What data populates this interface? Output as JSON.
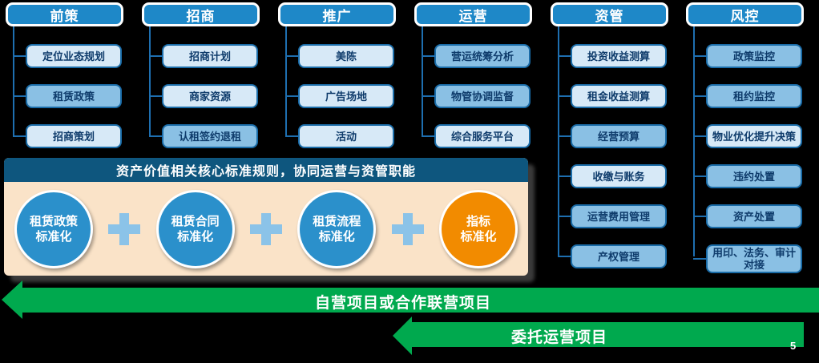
{
  "colors": {
    "header_blue": "#1E88C8",
    "box_light": "#D7E9F7",
    "box_medium": "#8AC0E4",
    "box_border": "#1A6CA8",
    "box_text": "#0E3B6B",
    "connector": "#1E6FB0",
    "banner_blue": "#0E567E",
    "panel_peach": "#FAE3C8",
    "circle_blue": "#2B90CB",
    "circle_orange": "#F28B00",
    "plus_blue": "#8BC3E8",
    "arrow_green": "#00A94E"
  },
  "columns": [
    {
      "title": "前策",
      "items": [
        {
          "label": "定位业态规划",
          "tone": "light"
        },
        {
          "label": "租赁政策",
          "tone": "medium"
        },
        {
          "label": "招商策划",
          "tone": "light"
        }
      ]
    },
    {
      "title": "招商",
      "items": [
        {
          "label": "招商计划",
          "tone": "light"
        },
        {
          "label": "商家资源",
          "tone": "light"
        },
        {
          "label": "认租签约退租",
          "tone": "medium"
        }
      ]
    },
    {
      "title": "推广",
      "items": [
        {
          "label": "美陈",
          "tone": "light"
        },
        {
          "label": "广告场地",
          "tone": "light"
        },
        {
          "label": "活动",
          "tone": "light"
        }
      ]
    },
    {
      "title": "运营",
      "items": [
        {
          "label": "营运统筹分析",
          "tone": "medium"
        },
        {
          "label": "物管协调监督",
          "tone": "medium"
        },
        {
          "label": "综合服务平台",
          "tone": "light"
        }
      ]
    },
    {
      "title": "资管",
      "items": [
        {
          "label": "投资收益测算",
          "tone": "light"
        },
        {
          "label": "租金收益测算",
          "tone": "light"
        },
        {
          "label": "经营预算",
          "tone": "medium"
        },
        {
          "label": "收缴与账务",
          "tone": "light"
        },
        {
          "label": "运营费用管理",
          "tone": "medium"
        },
        {
          "label": "产权管理",
          "tone": "medium"
        }
      ]
    },
    {
      "title": "风控",
      "items": [
        {
          "label": "政策监控",
          "tone": "medium"
        },
        {
          "label": "租约监控",
          "tone": "medium"
        },
        {
          "label": "物业优化提升决策",
          "tone": "light"
        },
        {
          "label": "违约处置",
          "tone": "medium"
        },
        {
          "label": "资产处置",
          "tone": "medium"
        },
        {
          "label": "用印、法务、审计对接",
          "tone": "medium"
        }
      ]
    }
  ],
  "panel": {
    "banner": "资产价值相关核心标准规则，协同运营与资管职能",
    "circles": [
      {
        "line1": "租赁政策",
        "line2": "标准化",
        "color": "blue"
      },
      {
        "line1": "租赁合同",
        "line2": "标准化",
        "color": "blue"
      },
      {
        "line1": "租赁流程",
        "line2": "标准化",
        "color": "blue"
      },
      {
        "line1": "指标",
        "line2": "标准化",
        "color": "orange"
      }
    ]
  },
  "arrows": [
    {
      "label": "自营项目或合作联营项目"
    },
    {
      "label": "委托运营项目"
    }
  ],
  "page": {
    "page_number": "5"
  }
}
